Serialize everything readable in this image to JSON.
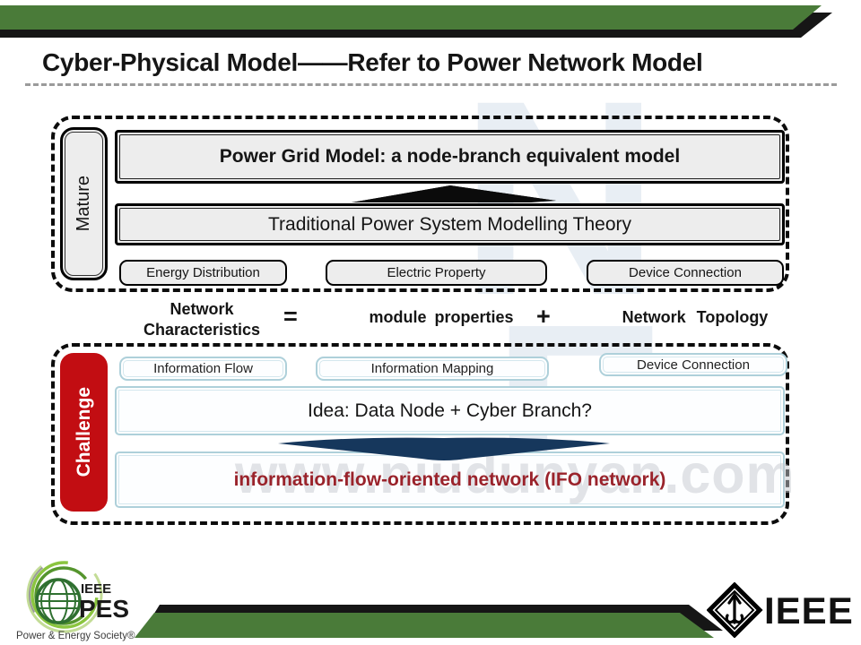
{
  "title": "Cyber-Physical Model——Refer to Power Network Model",
  "watermark": {
    "text": "www.niudunyan.com",
    "big_letters": [
      "N",
      "E"
    ]
  },
  "mature_section": {
    "label": "Mature",
    "main_box": "Power Grid Model: a node-branch equivalent model",
    "theory_box": "Traditional Power System Modelling Theory",
    "tags": [
      "Energy Distribution",
      "Electric Property",
      "Device Connection"
    ]
  },
  "equation": {
    "lhs": "Network Characteristics",
    "equals": "=",
    "term1": "module properties",
    "plus": "+",
    "term2": "Network Topology"
  },
  "challenge_section": {
    "label": "Challenge",
    "tags": [
      "Information Flow",
      "Information Mapping",
      "Device Connection"
    ],
    "idea_box": "Idea: Data Node + Cyber Branch?",
    "result_box": "information-flow-oriented network (IFO network)"
  },
  "footer": {
    "pes_logo": {
      "ieee": "IEEE",
      "pes": "PES",
      "tagline": "Power & Energy Society®"
    },
    "ieee_logo": "IEEE"
  },
  "colors": {
    "green": "#4a7b39",
    "bar-black": "#161616",
    "red": "#c20d12",
    "navy": "#16375c",
    "dark-red": "#9a232b",
    "box-gray": "#ededed",
    "blue-border": "#aed0da",
    "ink": "#151515"
  }
}
